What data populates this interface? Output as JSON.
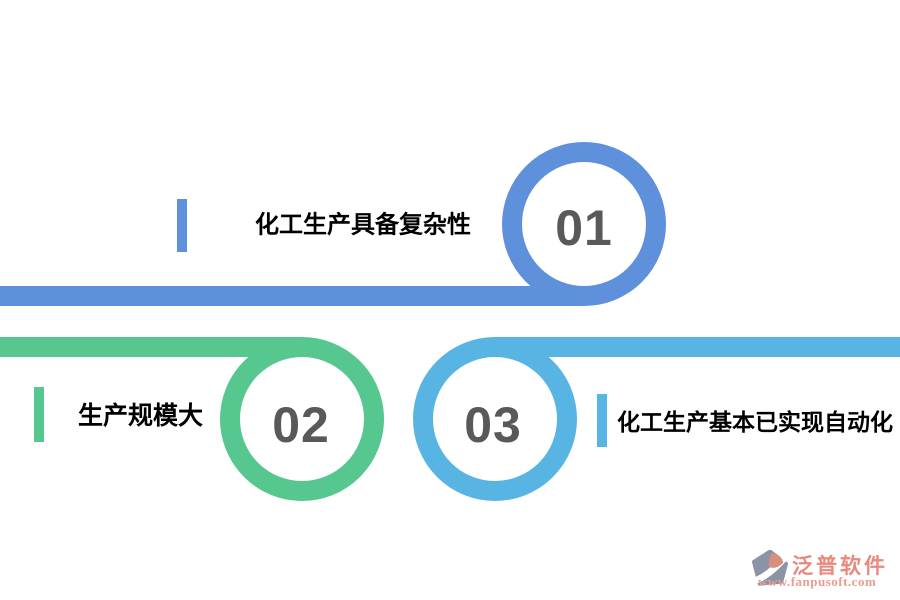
{
  "background_color": "#ffffff",
  "items": [
    {
      "number": "01",
      "label": "化工生产具备复杂性",
      "color": "#5E90DB"
    },
    {
      "number": "02",
      "label": "生产规模大",
      "color": "#55C78F"
    },
    {
      "number": "03",
      "label": "化工生产基本已实现自动化",
      "color": "#58B4E3"
    }
  ],
  "number_color": "#58595B",
  "label_color": "#000000",
  "logo": {
    "name": "泛普软件",
    "url": "www.fanpusoft.com",
    "name_color": "#E8897E",
    "url_color": "#E99D90",
    "icon": "fanpu-diamond-swoosh-icon",
    "icon_body_color": "#8B94A6",
    "icon_accent_color": "#D8907E"
  }
}
